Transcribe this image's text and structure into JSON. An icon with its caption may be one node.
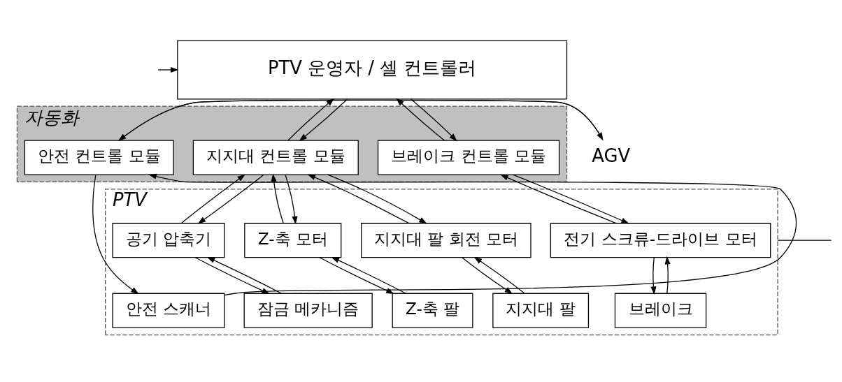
{
  "diagram": {
    "nodes": [
      {
        "text": [
          "PTV 운영자 / 셀 컨트롤러"
        ]
      },
      {
        "text": [
          "자동화"
        ]
      },
      {
        "text": [
          "안전 컨트롤 모듈"
        ],
        "in": 1
      },
      {
        "text": [
          "브레이크 컨트롤 모듈"
        ],
        "in": 1
      },
      {
        "text": [
          "지지대 컨트롤 모듈"
        ],
        "in": 1
      },
      {
        "text": [
          "AGV"
        ]
      },
      {
        "text": [
          "PTV"
        ]
      },
      {
        "text": [
          "전기 스크류-드라이브 모터"
        ],
        "in": 6
      },
      {
        "text": [
          "지지대 팔 회전 모터"
        ],
        "in": 6
      },
      {
        "text": [
          "Z-축 모터"
        ],
        "in": 6
      },
      {
        "text": [
          "공기 압축기"
        ],
        "in": 6
      },
      {
        "text": [
          "안전 스캐너"
        ],
        "in": 6
      },
      {
        "text": [
          "브레이크"
        ],
        "in": 6
      },
      {
        "text": [
          "지지대 팔"
        ],
        "in": 6
      },
      {
        "text": [
          "Z-축 팔"
        ],
        "in": 6
      },
      {
        "text": [
          "잠금 메카니즘"
        ],
        "in": 6
      }
    ],
    "edges": [
      {
        "from": 0,
        "to": 3,
        "arrow": "to"
      },
      {
        "from": 3,
        "to": 0,
        "arrow": "to"
      },
      {
        "from": 0,
        "to": 4,
        "arrow": "to"
      },
      {
        "from": 4,
        "to": 0,
        "arrow": "to"
      },
      {
        "from": 5,
        "to": 2,
        "arrow": "to"
      },
      {
        "from": 2,
        "to": 5,
        "arrow": "to"
      },
      {
        "from": 2,
        "to": 11,
        "arrow": "to"
      },
      {
        "from": 11,
        "to": 2,
        "arrow": "to"
      },
      {
        "from": 3,
        "to": 7,
        "arrow": "to"
      },
      {
        "from": 7,
        "to": 3,
        "arrow": "to"
      },
      {
        "from": 4,
        "to": 8,
        "arrow": "to"
      },
      {
        "from": 8,
        "to": 4,
        "arrow": "to"
      },
      {
        "from": 4,
        "to": 9,
        "arrow": "to"
      },
      {
        "from": 9,
        "to": 4,
        "arrow": "to"
      },
      {
        "from": 4,
        "to": 10,
        "arrow": "to"
      },
      {
        "from": 10,
        "to": 4,
        "arrow": "to"
      },
      {
        "from": 7,
        "to": 12,
        "arrow": "to"
      },
      {
        "from": 12,
        "to": 7,
        "arrow": "to"
      },
      {
        "from": 8,
        "to": 13,
        "arrow": "to"
      },
      {
        "from": 13,
        "to": 8,
        "arrow": "to"
      },
      {
        "from": 9,
        "to": 14,
        "arrow": "to"
      },
      {
        "from": 14,
        "to": 9,
        "arrow": "to"
      },
      {
        "from": 10,
        "to": 15,
        "arrow": "to"
      },
      {
        "from": 15,
        "to": 10,
        "arrow": "to"
      },
      {
        "from": null,
        "to": 0,
        "arrow": "to"
      },
      {
        "from": 6,
        "to": null,
        "arrow": "none"
      }
    ]
  }
}
